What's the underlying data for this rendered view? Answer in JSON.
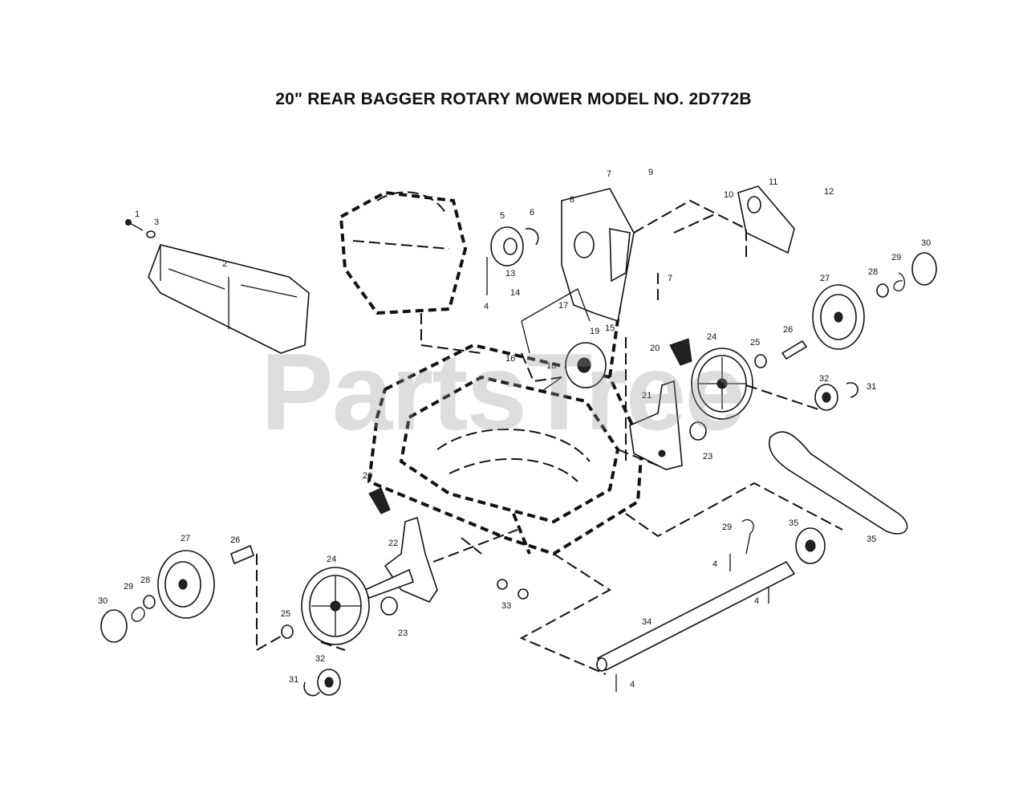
{
  "diagram": {
    "title": "20\" REAR BAGGER ROTARY MOWER MODEL NO. 2D772B",
    "watermark": "PartsTree",
    "callouts": {
      "c1": "1",
      "c2": "2",
      "c3": "3",
      "c4a": "4",
      "c4b": "4",
      "c4c": "4",
      "c4d": "4",
      "c5": "5",
      "c6": "6",
      "c7a": "7",
      "c7b": "7",
      "c8": "8",
      "c9": "9",
      "c10": "10",
      "c11": "11",
      "c12": "12",
      "c13": "13",
      "c14": "14",
      "c15": "15",
      "c16": "16",
      "c17": "17",
      "c18": "18",
      "c19": "19",
      "c20a": "20",
      "c20b": "20",
      "c21": "21",
      "c22": "22",
      "c23a": "23",
      "c23b": "23",
      "c24a": "24",
      "c24b": "24",
      "c25a": "25",
      "c25b": "25",
      "c26a": "26",
      "c26b": "26",
      "c27a": "27",
      "c27b": "27",
      "c28a": "28",
      "c28b": "28",
      "c29a": "29",
      "c29b": "29",
      "c29c": "29",
      "c30a": "30",
      "c30b": "30",
      "c31a": "31",
      "c31b": "31",
      "c32a": "32",
      "c32b": "32",
      "c33": "33",
      "c34": "34",
      "c35a": "35",
      "c35b": "35"
    }
  }
}
